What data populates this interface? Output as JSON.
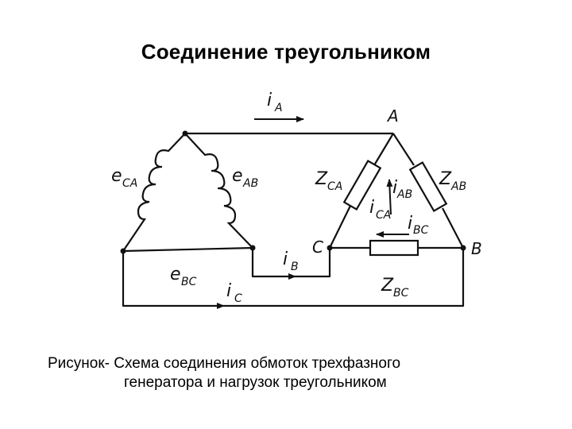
{
  "title": "Соединение треугольником",
  "caption": {
    "line1": "Рисунок- Схема соединения обмоток трехфазного",
    "line2": "генератора и нагрузок треугольником"
  },
  "nodes": {
    "A": "A",
    "B": "B",
    "C": "C"
  },
  "labels": {
    "iA": {
      "main": "i",
      "sub": "A"
    },
    "iB": {
      "main": "i",
      "sub": "B"
    },
    "iC": {
      "main": "i",
      "sub": "C"
    },
    "eCA": {
      "main": "e",
      "sub": "CA"
    },
    "eAB": {
      "main": "e",
      "sub": "AB"
    },
    "eBC": {
      "main": "e",
      "sub": "BC"
    },
    "zCA": {
      "main": "Z",
      "sub": "CA"
    },
    "zAB": {
      "main": "Z",
      "sub": "AB"
    },
    "zBC": {
      "main": "Z",
      "sub": "BC"
    },
    "iAB": {
      "main": "i",
      "sub": "AB"
    },
    "iCA": {
      "main": "i",
      "sub": "CA"
    },
    "iBC": {
      "main": "i",
      "sub": "BC"
    }
  }
}
